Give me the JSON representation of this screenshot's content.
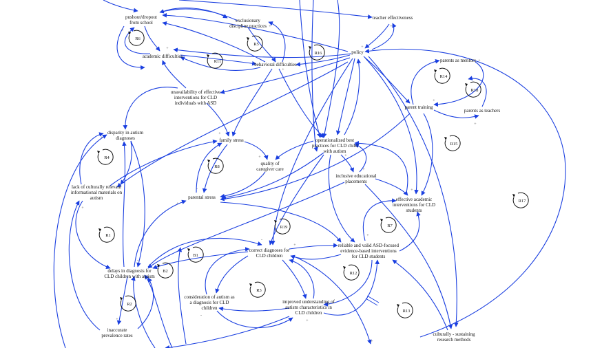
{
  "colors": {
    "arrow": "#1a3fe0",
    "text": "#111111",
    "sign": "#555555"
  },
  "nodes": {
    "pushout": [
      "pushout/dropout",
      "from school"
    ],
    "exclusionary": [
      "exclusionary",
      "discipline practices"
    ],
    "teacher_effectiveness": [
      "teacher effectiveness"
    ],
    "academic_difficulties": [
      "academic difficulties"
    ],
    "policy": [
      "policy"
    ],
    "behavioral_difficulties": [
      "behavioral difficulties"
    ],
    "parents_mentors": [
      "parents as mentors"
    ],
    "unavailability": [
      "unavailability of effective",
      "interventions for CLD",
      "individuals with ASD"
    ],
    "parent_training": [
      "parent training"
    ],
    "parents_teachers": [
      "parents as teachers"
    ],
    "disparity": [
      "disparity in autism",
      "diagnoses"
    ],
    "family_stress": [
      "family stress"
    ],
    "operationalized": [
      "operationalized best",
      "practices for CLD child",
      "with autism"
    ],
    "quality_care": [
      "quality of",
      "caregiver care"
    ],
    "lack_materials": [
      "lack of culturally relevant",
      "informational materials on",
      "autism"
    ],
    "inclusive": [
      "inclusive educational",
      "placements"
    ],
    "effective_academic": [
      "effective academic",
      "interventions for CLD",
      "students"
    ],
    "parental_stress": [
      "parental stress"
    ],
    "reliable_valid": [
      "reliable and valid ASD-focused",
      "evidence-based interventions",
      "for CLD students"
    ],
    "correct_diagnoses": [
      "correct diagnoses for",
      "CLD children"
    ],
    "delays": [
      "delays in diagnosis for",
      "CLD children with autism"
    ],
    "consideration": [
      "consideration of autism as",
      "a diagnosis for CLD",
      "children"
    ],
    "improved": [
      "improved understanding of",
      "autism characteristics in",
      "CLD children"
    ],
    "inaccurate": [
      "inaccurate",
      "prevalence rates"
    ],
    "culturally_sustaining": [
      "culturally - sustaining",
      "research methods"
    ]
  },
  "loops": {
    "R6": "R6",
    "R5": "R5",
    "R16": "R16",
    "R11": "R11",
    "R14": "R14",
    "R18": "R18",
    "R15": "R15",
    "R4": "R4",
    "R8": "R8",
    "R17": "R17",
    "R19": "R19",
    "R7": "R7",
    "R1": "R1",
    "B1": "B1",
    "B2": "B2",
    "R12": "R12",
    "R3": "R3",
    "R2": "R2",
    "R13": "R13"
  },
  "signs": {
    "plus": "+",
    "minus": "-"
  }
}
